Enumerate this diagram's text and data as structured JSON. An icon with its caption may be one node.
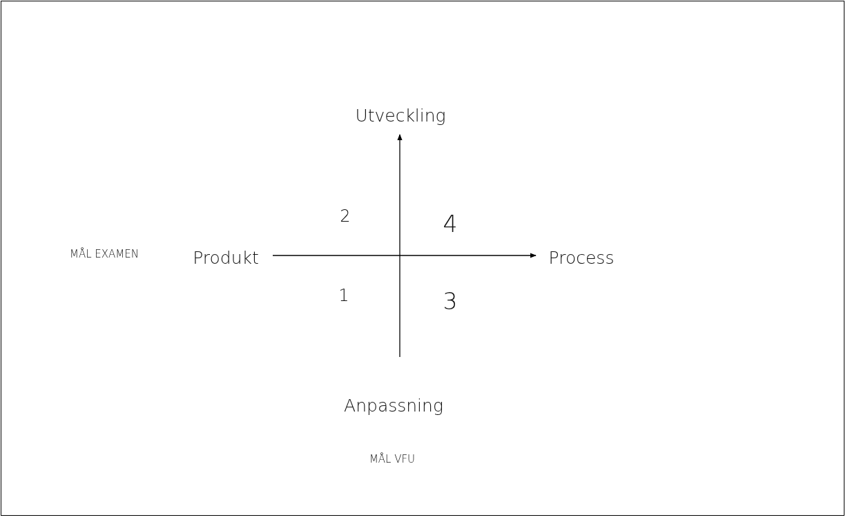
{
  "diagram": {
    "labels": [
      "Utveckling",
      "2",
      "4",
      "MÅL EXAMEN",
      "Produkt",
      "Process",
      "1",
      "3",
      "Anpassning",
      "MÅL VFU"
    ]
  }
}
